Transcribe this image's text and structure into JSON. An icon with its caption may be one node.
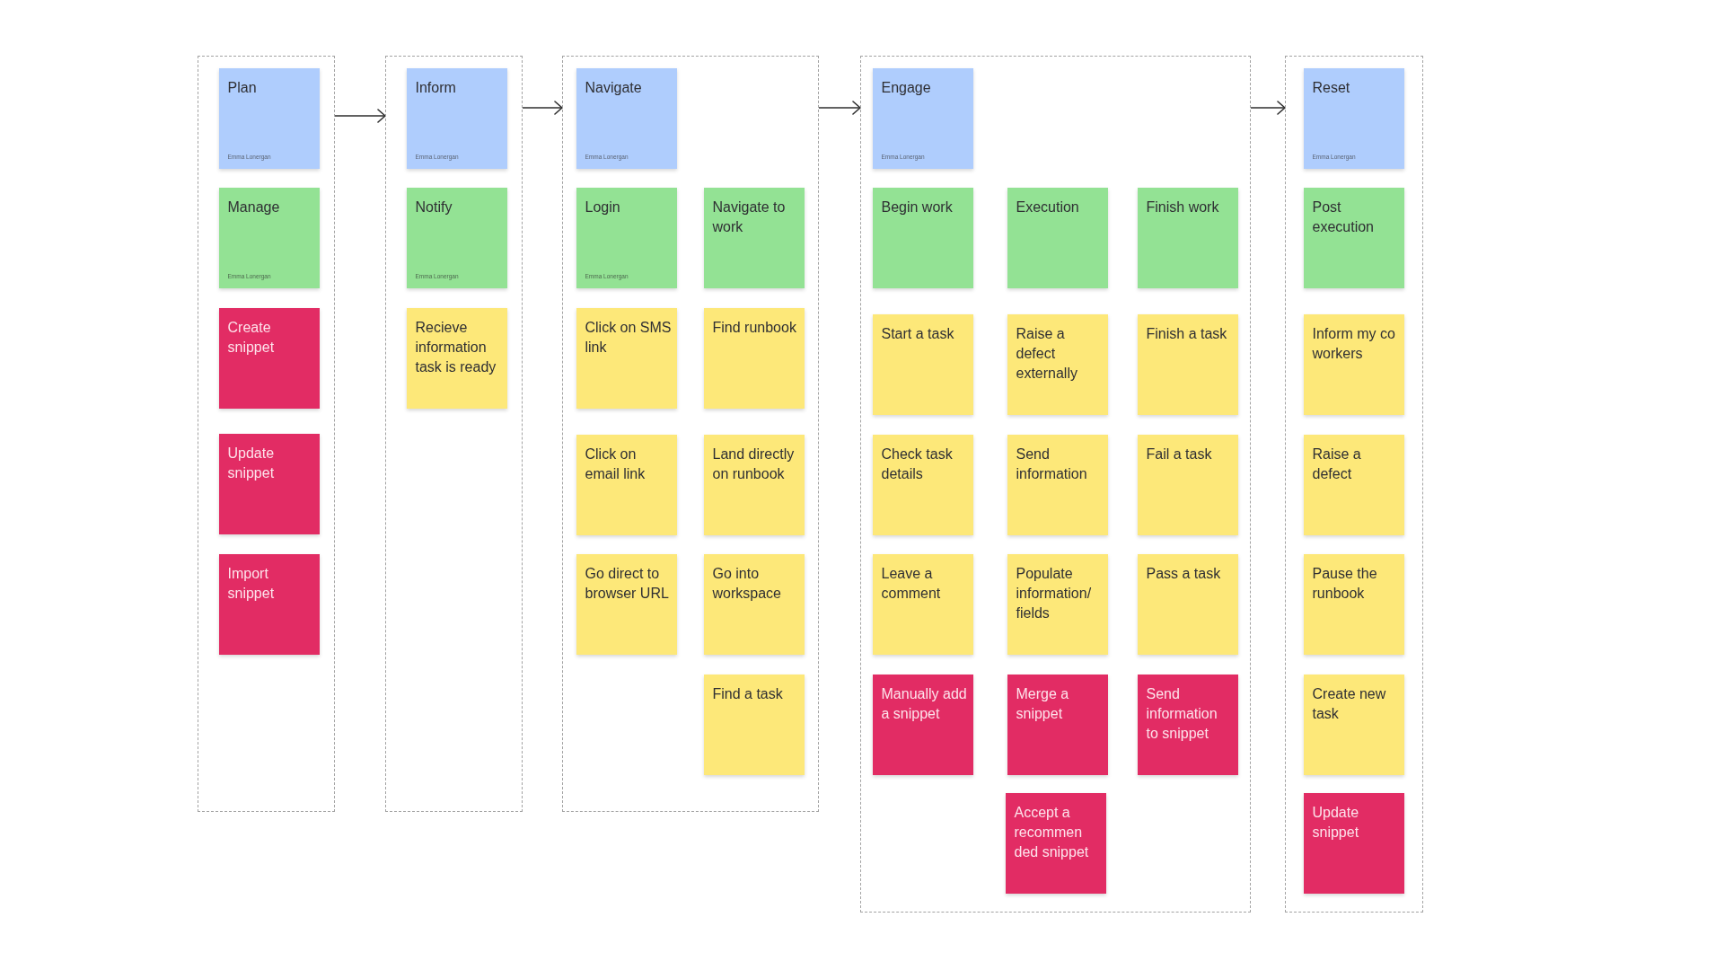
{
  "diagram": {
    "nodes": [
      {
        "text": [],
        "shape": "box"
      },
      {
        "text": [
          "Plan",
          "Emma Lonergan"
        ],
        "in": 0
      },
      {
        "text": [
          "Manage",
          "Emma Lonergan"
        ],
        "in": 0
      },
      {
        "text": [
          "Create snippet"
        ],
        "in": 0
      },
      {
        "text": [
          "Update snippet"
        ],
        "in": 0
      },
      {
        "text": [
          "Import snippet"
        ],
        "in": 0
      },
      {
        "text": [],
        "shape": "box"
      },
      {
        "text": [
          "Inform",
          "Emma Lonergan"
        ],
        "in": 6
      },
      {
        "text": [
          "Notify",
          "Emma Lonergan"
        ],
        "in": 6
      },
      {
        "text": [
          "Recieve information task is ready"
        ],
        "in": 6
      },
      {
        "text": [],
        "shape": "box"
      },
      {
        "text": [
          "Navigate",
          "Emma Lonergan"
        ],
        "in": 10
      },
      {
        "text": [
          "Login",
          "Emma Lonergan"
        ],
        "in": 10
      },
      {
        "text": [
          "Navigate to work"
        ],
        "in": 10
      },
      {
        "text": [
          "Click on SMS link"
        ],
        "in": 10
      },
      {
        "text": [
          "Find runbook"
        ],
        "in": 10
      },
      {
        "text": [
          "Click on email link"
        ],
        "in": 10
      },
      {
        "text": [
          "Land directly on runbook"
        ],
        "in": 10
      },
      {
        "text": [
          "Go direct to browser URL"
        ],
        "in": 10
      },
      {
        "text": [
          "Go into workspace"
        ],
        "in": 10
      },
      {
        "text": [
          "Find a task"
        ],
        "in": 10
      },
      {
        "text": [],
        "shape": "box"
      },
      {
        "text": [
          "Engage",
          "Emma Lonergan"
        ],
        "in": 21
      },
      {
        "text": [
          "Begin work"
        ],
        "in": 21
      },
      {
        "text": [
          "Execution"
        ],
        "in": 21
      },
      {
        "text": [
          "Finish work"
        ],
        "in": 21
      },
      {
        "text": [
          "Start a task"
        ],
        "in": 21
      },
      {
        "text": [
          "Raise a defect externally"
        ],
        "in": 21
      },
      {
        "text": [
          "Finish a task"
        ],
        "in": 21
      },
      {
        "text": [
          "Check task details"
        ],
        "in": 21
      },
      {
        "text": [
          "Send information"
        ],
        "in": 21
      },
      {
        "text": [
          "Fail a task"
        ],
        "in": 21
      },
      {
        "text": [
          "Leave a comment"
        ],
        "in": 21
      },
      {
        "text": [
          "Populate information/ fields"
        ],
        "in": 21
      },
      {
        "text": [
          "Pass a task"
        ],
        "in": 21
      },
      {
        "text": [
          "Manually add a snippet"
        ],
        "in": 21
      },
      {
        "text": [
          "Merge a snippet"
        ],
        "in": 21
      },
      {
        "text": [
          "Send information to snippet"
        ],
        "in": 21
      },
      {
        "text": [
          "Accept a recommen ded snippet"
        ],
        "in": 21
      },
      {
        "text": [],
        "shape": "box"
      },
      {
        "text": [
          "Reset",
          "Emma Lonergan"
        ],
        "in": 39
      },
      {
        "text": [
          "Post execution"
        ],
        "in": 39
      },
      {
        "text": [
          "Inform my co workers"
        ],
        "in": 39
      },
      {
        "text": [
          "Raise a defect"
        ],
        "in": 39
      },
      {
        "text": [
          "Pause the runbook"
        ],
        "in": 39
      },
      {
        "text": [
          "Create new task"
        ],
        "in": 39
      },
      {
        "text": [
          "Update snippet"
        ],
        "in": 39
      }
    ],
    "edges": [
      {
        "from": 0,
        "to": 6,
        "arrow": "to"
      },
      {
        "from": 6,
        "to": 10,
        "arrow": "to"
      },
      {
        "from": 10,
        "to": 21,
        "arrow": "to"
      },
      {
        "from": 21,
        "to": 39,
        "arrow": "to"
      }
    ]
  }
}
